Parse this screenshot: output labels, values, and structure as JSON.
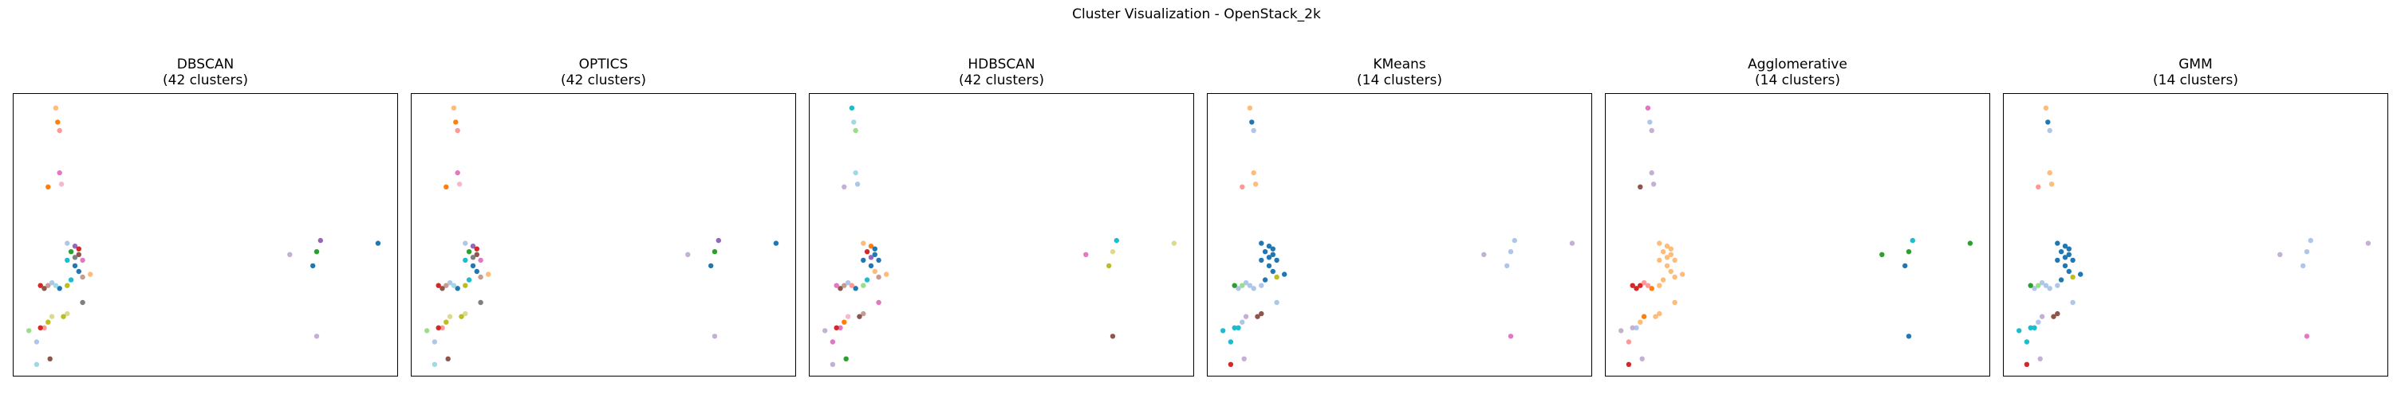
{
  "figure": {
    "title": "Cluster Visualization - OpenStack_2k"
  },
  "palette": [
    "#1f77b4",
    "#aec7e8",
    "#ff7f0e",
    "#ffbb78",
    "#2ca02c",
    "#98df8a",
    "#d62728",
    "#ff9896",
    "#9467bd",
    "#c5b0d5",
    "#8c564b",
    "#c49c94",
    "#e377c2",
    "#f7b6d2",
    "#7f7f7f",
    "#c7c7c7",
    "#bcbd22",
    "#dbdb8d",
    "#17becf",
    "#9edae5"
  ],
  "chart_data": [
    {
      "type": "scatter",
      "title_line1": "DBSCAN",
      "title_line2": "(42 clusters)",
      "xlim": [
        0,
        100
      ],
      "ylim": [
        0,
        100
      ],
      "grid": false,
      "axes_ticks": false,
      "points": [
        [
          11,
          95,
          "#ffbb78"
        ],
        [
          11.5,
          90,
          "#ff7f0e"
        ],
        [
          12,
          87,
          "#ff9896"
        ],
        [
          12,
          72,
          "#e377c2"
        ],
        [
          9,
          67,
          "#ff7f0e"
        ],
        [
          12.5,
          68,
          "#f7b6d2"
        ],
        [
          14,
          47,
          "#aec7e8"
        ],
        [
          16,
          46,
          "#9467bd"
        ],
        [
          17,
          45,
          "#d62728"
        ],
        [
          15,
          44,
          "#2ca02c"
        ],
        [
          17,
          43,
          "#8c564b"
        ],
        [
          16,
          42,
          "#7f7f7f"
        ],
        [
          18,
          41,
          "#e377c2"
        ],
        [
          14,
          41,
          "#17becf"
        ],
        [
          16,
          39,
          "#1f77b4"
        ],
        [
          17,
          37,
          "#1f77b4"
        ],
        [
          20,
          36,
          "#ffbb78"
        ],
        [
          18,
          35,
          "#c49c94"
        ],
        [
          15,
          34,
          "#17becf"
        ],
        [
          14,
          32,
          "#bcbd22"
        ],
        [
          12,
          31,
          "#1f77b4"
        ],
        [
          11,
          32,
          "#9edae5"
        ],
        [
          9,
          32,
          "#c49c94"
        ],
        [
          8,
          31,
          "#8c564b"
        ],
        [
          7,
          32,
          "#d62728"
        ],
        [
          10,
          33,
          "#aec7e8"
        ],
        [
          18,
          26,
          "#7f7f7f"
        ],
        [
          14,
          22,
          "#dbdb8d"
        ],
        [
          13,
          21,
          "#bcbd22"
        ],
        [
          10,
          21,
          "#dbdb8d"
        ],
        [
          9,
          19,
          "#bcbd22"
        ],
        [
          8,
          17,
          "#ff9896"
        ],
        [
          7,
          17,
          "#d62728"
        ],
        [
          4,
          16,
          "#98df8a"
        ],
        [
          6,
          12,
          "#aec7e8"
        ],
        [
          9.5,
          6,
          "#8c564b"
        ],
        [
          6,
          4,
          "#9edae5"
        ],
        [
          80,
          48,
          "#9467bd"
        ],
        [
          79,
          44,
          "#2ca02c"
        ],
        [
          72,
          43,
          "#c5b0d5"
        ],
        [
          78,
          39,
          "#1f77b4"
        ],
        [
          95,
          47,
          "#1f77b4"
        ],
        [
          79,
          14,
          "#c5b0d5"
        ]
      ]
    },
    {
      "type": "scatter",
      "title_line1": "OPTICS",
      "title_line2": "(42 clusters)",
      "xlim": [
        0,
        100
      ],
      "ylim": [
        0,
        100
      ],
      "grid": false,
      "axes_ticks": false,
      "points": [
        [
          11,
          95,
          "#ffbb78"
        ],
        [
          11.5,
          90,
          "#ff7f0e"
        ],
        [
          12,
          87,
          "#ff9896"
        ],
        [
          12,
          72,
          "#e377c2"
        ],
        [
          9,
          67,
          "#ff7f0e"
        ],
        [
          12.5,
          68,
          "#f7b6d2"
        ],
        [
          14,
          47,
          "#aec7e8"
        ],
        [
          16,
          46,
          "#9467bd"
        ],
        [
          17,
          45,
          "#d62728"
        ],
        [
          15,
          44,
          "#2ca02c"
        ],
        [
          17,
          43,
          "#8c564b"
        ],
        [
          16,
          42,
          "#7f7f7f"
        ],
        [
          18,
          41,
          "#e377c2"
        ],
        [
          14,
          41,
          "#17becf"
        ],
        [
          16,
          39,
          "#1f77b4"
        ],
        [
          17,
          37,
          "#1f77b4"
        ],
        [
          20,
          36,
          "#ffbb78"
        ],
        [
          18,
          35,
          "#c49c94"
        ],
        [
          15,
          34,
          "#17becf"
        ],
        [
          14,
          32,
          "#bcbd22"
        ],
        [
          12,
          31,
          "#1f77b4"
        ],
        [
          11,
          32,
          "#9edae5"
        ],
        [
          9,
          32,
          "#c49c94"
        ],
        [
          8,
          31,
          "#8c564b"
        ],
        [
          7,
          32,
          "#d62728"
        ],
        [
          10,
          33,
          "#aec7e8"
        ],
        [
          18,
          26,
          "#7f7f7f"
        ],
        [
          14,
          22,
          "#dbdb8d"
        ],
        [
          13,
          21,
          "#bcbd22"
        ],
        [
          10,
          21,
          "#dbdb8d"
        ],
        [
          9,
          19,
          "#bcbd22"
        ],
        [
          8,
          17,
          "#ff9896"
        ],
        [
          7,
          17,
          "#d62728"
        ],
        [
          4,
          16,
          "#98df8a"
        ],
        [
          6,
          12,
          "#aec7e8"
        ],
        [
          9.5,
          6,
          "#8c564b"
        ],
        [
          6,
          4,
          "#9edae5"
        ],
        [
          80,
          48,
          "#9467bd"
        ],
        [
          79,
          44,
          "#2ca02c"
        ],
        [
          72,
          43,
          "#c5b0d5"
        ],
        [
          78,
          39,
          "#1f77b4"
        ],
        [
          95,
          47,
          "#1f77b4"
        ],
        [
          79,
          14,
          "#c5b0d5"
        ]
      ]
    },
    {
      "type": "scatter",
      "title_line1": "HDBSCAN",
      "title_line2": "(42 clusters)",
      "xlim": [
        0,
        100
      ],
      "ylim": [
        0,
        100
      ],
      "grid": false,
      "axes_ticks": false,
      "points": [
        [
          11,
          95,
          "#17becf"
        ],
        [
          11.5,
          90,
          "#9edae5"
        ],
        [
          12,
          87,
          "#98df8a"
        ],
        [
          12,
          72,
          "#9edae5"
        ],
        [
          9,
          67,
          "#c5b0d5"
        ],
        [
          12.5,
          68,
          "#aec7e8"
        ],
        [
          14,
          47,
          "#ffbb78"
        ],
        [
          16,
          46,
          "#ff7f0e"
        ],
        [
          17,
          45,
          "#1f77b4"
        ],
        [
          15,
          44,
          "#d62728"
        ],
        [
          17,
          43,
          "#1f77b4"
        ],
        [
          16,
          42,
          "#9467bd"
        ],
        [
          18,
          41,
          "#1f77b4"
        ],
        [
          14,
          41,
          "#1f77b4"
        ],
        [
          16,
          39,
          "#1f77b4"
        ],
        [
          17,
          37,
          "#ffbb78"
        ],
        [
          20,
          36,
          "#ffbb78"
        ],
        [
          18,
          35,
          "#c49c94"
        ],
        [
          15,
          34,
          "#17becf"
        ],
        [
          14,
          32,
          "#98df8a"
        ],
        [
          12,
          31,
          "#1f77b4"
        ],
        [
          11,
          32,
          "#ff9896"
        ],
        [
          9,
          32,
          "#c49c94"
        ],
        [
          8,
          31,
          "#8c564b"
        ],
        [
          7,
          32,
          "#e377c2"
        ],
        [
          10,
          33,
          "#aec7e8"
        ],
        [
          18,
          26,
          "#e377c2"
        ],
        [
          14,
          22,
          "#c49c94"
        ],
        [
          13,
          21,
          "#8c564b"
        ],
        [
          10,
          21,
          "#f7b6d2"
        ],
        [
          9,
          19,
          "#ff7f0e"
        ],
        [
          8,
          17,
          "#e377c2"
        ],
        [
          7,
          17,
          "#d62728"
        ],
        [
          4,
          16,
          "#c5b0d5"
        ],
        [
          6,
          12,
          "#e377c2"
        ],
        [
          9.5,
          6,
          "#2ca02c"
        ],
        [
          6,
          4,
          "#c5b0d5"
        ],
        [
          80,
          48,
          "#17becf"
        ],
        [
          79,
          44,
          "#dbdb8d"
        ],
        [
          72,
          43,
          "#e377c2"
        ],
        [
          78,
          39,
          "#bcbd22"
        ],
        [
          95,
          47,
          "#dbdb8d"
        ],
        [
          79,
          14,
          "#8c564b"
        ]
      ]
    },
    {
      "type": "scatter",
      "title_line1": "KMeans",
      "title_line2": "(14 clusters)",
      "xlim": [
        0,
        100
      ],
      "ylim": [
        0,
        100
      ],
      "grid": false,
      "axes_ticks": false,
      "points": [
        [
          11,
          95,
          "#ffbb78"
        ],
        [
          11.5,
          90,
          "#1f77b4"
        ],
        [
          12,
          87,
          "#aec7e8"
        ],
        [
          12,
          72,
          "#ffbb78"
        ],
        [
          9,
          67,
          "#ff9896"
        ],
        [
          12.5,
          68,
          "#ffbb78"
        ],
        [
          14,
          47,
          "#1f77b4"
        ],
        [
          16,
          46,
          "#1f77b4"
        ],
        [
          17,
          45,
          "#1f77b4"
        ],
        [
          15,
          44,
          "#1f77b4"
        ],
        [
          17,
          43,
          "#1f77b4"
        ],
        [
          16,
          42,
          "#1f77b4"
        ],
        [
          18,
          41,
          "#1f77b4"
        ],
        [
          14,
          41,
          "#1f77b4"
        ],
        [
          16,
          39,
          "#1f77b4"
        ],
        [
          17,
          37,
          "#1f77b4"
        ],
        [
          20,
          36,
          "#1f77b4"
        ],
        [
          18,
          35,
          "#bcbd22"
        ],
        [
          15,
          34,
          "#1f77b4"
        ],
        [
          14,
          32,
          "#aec7e8"
        ],
        [
          12,
          31,
          "#aec7e8"
        ],
        [
          11,
          32,
          "#aec7e8"
        ],
        [
          9,
          32,
          "#98df8a"
        ],
        [
          8,
          31,
          "#aec7e8"
        ],
        [
          7,
          32,
          "#2ca02c"
        ],
        [
          10,
          33,
          "#aec7e8"
        ],
        [
          18,
          26,
          "#aec7e8"
        ],
        [
          14,
          22,
          "#8c564b"
        ],
        [
          13,
          21,
          "#8c564b"
        ],
        [
          10,
          21,
          "#c5b0d5"
        ],
        [
          9,
          19,
          "#aec7e8"
        ],
        [
          8,
          17,
          "#17becf"
        ],
        [
          7,
          17,
          "#17becf"
        ],
        [
          4,
          16,
          "#17becf"
        ],
        [
          6,
          12,
          "#17becf"
        ],
        [
          9.5,
          6,
          "#c5b0d5"
        ],
        [
          6,
          4,
          "#d62728"
        ],
        [
          80,
          48,
          "#aec7e8"
        ],
        [
          79,
          44,
          "#aec7e8"
        ],
        [
          72,
          43,
          "#c5b0d5"
        ],
        [
          78,
          39,
          "#aec7e8"
        ],
        [
          95,
          47,
          "#c5b0d5"
        ],
        [
          79,
          14,
          "#e377c2"
        ]
      ]
    },
    {
      "type": "scatter",
      "title_line1": "Agglomerative",
      "title_line2": "(14 clusters)",
      "xlim": [
        0,
        100
      ],
      "ylim": [
        0,
        100
      ],
      "grid": false,
      "axes_ticks": false,
      "points": [
        [
          11,
          95,
          "#e377c2"
        ],
        [
          11.5,
          90,
          "#aec7e8"
        ],
        [
          12,
          87,
          "#c5b0d5"
        ],
        [
          12,
          72,
          "#c5b0d5"
        ],
        [
          9,
          67,
          "#8c564b"
        ],
        [
          12.5,
          68,
          "#c5b0d5"
        ],
        [
          14,
          47,
          "#ffbb78"
        ],
        [
          16,
          46,
          "#ffbb78"
        ],
        [
          17,
          45,
          "#ffbb78"
        ],
        [
          15,
          44,
          "#ffbb78"
        ],
        [
          17,
          43,
          "#ffbb78"
        ],
        [
          16,
          42,
          "#ffbb78"
        ],
        [
          18,
          41,
          "#ffbb78"
        ],
        [
          14,
          41,
          "#ffbb78"
        ],
        [
          16,
          39,
          "#ffbb78"
        ],
        [
          17,
          37,
          "#ffbb78"
        ],
        [
          20,
          36,
          "#ffbb78"
        ],
        [
          18,
          35,
          "#ffbb78"
        ],
        [
          15,
          34,
          "#ffbb78"
        ],
        [
          14,
          32,
          "#ffbb78"
        ],
        [
          12,
          31,
          "#ff7f0e"
        ],
        [
          11,
          32,
          "#ff9896"
        ],
        [
          9,
          32,
          "#d62728"
        ],
        [
          8,
          31,
          "#d62728"
        ],
        [
          7,
          32,
          "#d62728"
        ],
        [
          10,
          33,
          "#ff9896"
        ],
        [
          18,
          26,
          "#ffbb78"
        ],
        [
          14,
          22,
          "#ffbb78"
        ],
        [
          13,
          21,
          "#ffbb78"
        ],
        [
          10,
          21,
          "#ff7f0e"
        ],
        [
          9,
          19,
          "#ffbb78"
        ],
        [
          8,
          17,
          "#aec7e8"
        ],
        [
          7,
          17,
          "#c5b0d5"
        ],
        [
          4,
          16,
          "#c5b0d5"
        ],
        [
          6,
          12,
          "#ff9896"
        ],
        [
          9.5,
          6,
          "#c5b0d5"
        ],
        [
          6,
          4,
          "#d62728"
        ],
        [
          80,
          48,
          "#17becf"
        ],
        [
          79,
          44,
          "#2ca02c"
        ],
        [
          72,
          43,
          "#2ca02c"
        ],
        [
          78,
          39,
          "#1f77b4"
        ],
        [
          95,
          47,
          "#2ca02c"
        ],
        [
          79,
          14,
          "#1f77b4"
        ]
      ]
    },
    {
      "type": "scatter",
      "title_line1": "GMM",
      "title_line2": "(14 clusters)",
      "xlim": [
        0,
        100
      ],
      "ylim": [
        0,
        100
      ],
      "grid": false,
      "axes_ticks": false,
      "points": [
        [
          11,
          95,
          "#ffbb78"
        ],
        [
          11.5,
          90,
          "#1f77b4"
        ],
        [
          12,
          87,
          "#aec7e8"
        ],
        [
          12,
          72,
          "#ffbb78"
        ],
        [
          9,
          67,
          "#ff9896"
        ],
        [
          12.5,
          68,
          "#ffbb78"
        ],
        [
          14,
          47,
          "#1f77b4"
        ],
        [
          16,
          46,
          "#1f77b4"
        ],
        [
          17,
          45,
          "#1f77b4"
        ],
        [
          15,
          44,
          "#1f77b4"
        ],
        [
          17,
          43,
          "#1f77b4"
        ],
        [
          16,
          42,
          "#1f77b4"
        ],
        [
          18,
          41,
          "#1f77b4"
        ],
        [
          14,
          41,
          "#1f77b4"
        ],
        [
          16,
          39,
          "#1f77b4"
        ],
        [
          17,
          37,
          "#1f77b4"
        ],
        [
          20,
          36,
          "#1f77b4"
        ],
        [
          18,
          35,
          "#bcbd22"
        ],
        [
          15,
          34,
          "#1f77b4"
        ],
        [
          14,
          32,
          "#aec7e8"
        ],
        [
          12,
          31,
          "#aec7e8"
        ],
        [
          11,
          32,
          "#aec7e8"
        ],
        [
          9,
          32,
          "#98df8a"
        ],
        [
          8,
          31,
          "#aec7e8"
        ],
        [
          7,
          32,
          "#2ca02c"
        ],
        [
          10,
          33,
          "#aec7e8"
        ],
        [
          18,
          26,
          "#aec7e8"
        ],
        [
          14,
          22,
          "#8c564b"
        ],
        [
          13,
          21,
          "#8c564b"
        ],
        [
          10,
          21,
          "#c5b0d5"
        ],
        [
          9,
          19,
          "#aec7e8"
        ],
        [
          8,
          17,
          "#17becf"
        ],
        [
          7,
          17,
          "#17becf"
        ],
        [
          4,
          16,
          "#17becf"
        ],
        [
          6,
          12,
          "#17becf"
        ],
        [
          9.5,
          6,
          "#c5b0d5"
        ],
        [
          6,
          4,
          "#d62728"
        ],
        [
          80,
          48,
          "#aec7e8"
        ],
        [
          79,
          44,
          "#aec7e8"
        ],
        [
          72,
          43,
          "#c5b0d5"
        ],
        [
          78,
          39,
          "#aec7e8"
        ],
        [
          95,
          47,
          "#c5b0d5"
        ],
        [
          79,
          14,
          "#e377c2"
        ]
      ]
    }
  ]
}
